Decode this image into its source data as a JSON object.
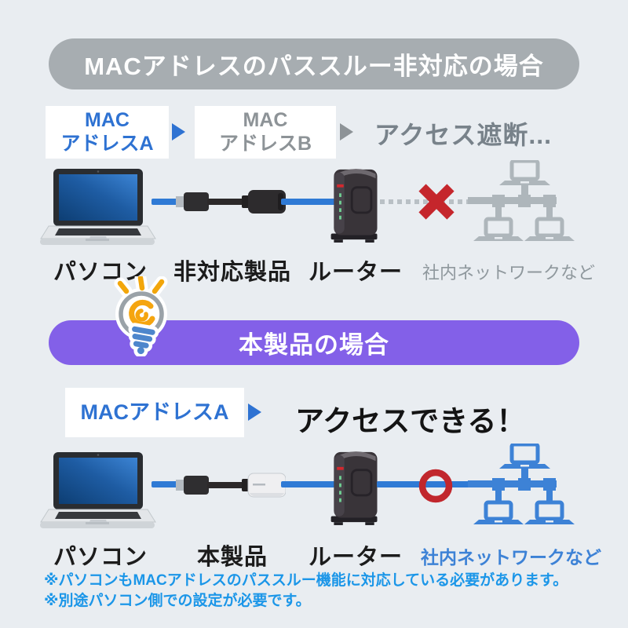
{
  "page": {
    "background": "#e9edf1"
  },
  "colors": {
    "banner_gray": "#a7adb1",
    "banner_purple": "#8360e8",
    "mac_blue": "#2e72d2",
    "mac_gray": "#8d9397",
    "blocked_text_gray": "#78828a",
    "cable_blue": "#2f7ad5",
    "error_red": "#c5262c",
    "allow_red": "#c1272d",
    "network_gray": "#aeb6bb",
    "network_blue": "#3d82d6",
    "note_blue": "#1b96e8",
    "label_black": "#1c1c1c"
  },
  "section_unsupported": {
    "banner": "MACアドレスのパススルー非対応の場合",
    "mac_box_a": {
      "line1": "MAC",
      "line2": "アドレスA"
    },
    "mac_box_b": {
      "line1": "MAC",
      "line2": "アドレスB"
    },
    "result": "アクセス遮断...",
    "labels": {
      "pc": "パソコン",
      "adapter": "非対応製品",
      "router": "ルーター",
      "network": "社内ネットワークなど"
    }
  },
  "section_product": {
    "banner": "本製品の場合",
    "mac_box_a": "MACアドレスA",
    "result": "アクセスできる！",
    "labels": {
      "pc": "パソコン",
      "adapter": "本製品",
      "router": "ルーター",
      "network": "社内ネットワークなど"
    }
  },
  "footnotes": [
    "※パソコンもMACアドレスのパススルー機能に対応している必要があります。",
    "※別途パソコン側での設定が必要です。"
  ],
  "icons": {
    "laptop": "laptop-icon",
    "adapter_unsupported": "usb-lan-adapter-black-icon",
    "adapter_product": "usb-lan-adapter-white-icon",
    "router": "router-icon",
    "blocked": "x-mark-icon",
    "allowed": "circle-mark-icon",
    "network": "network-tree-icon",
    "idea": "lightbulb-icon",
    "arrow": "arrow-right-triangle-icon"
  }
}
